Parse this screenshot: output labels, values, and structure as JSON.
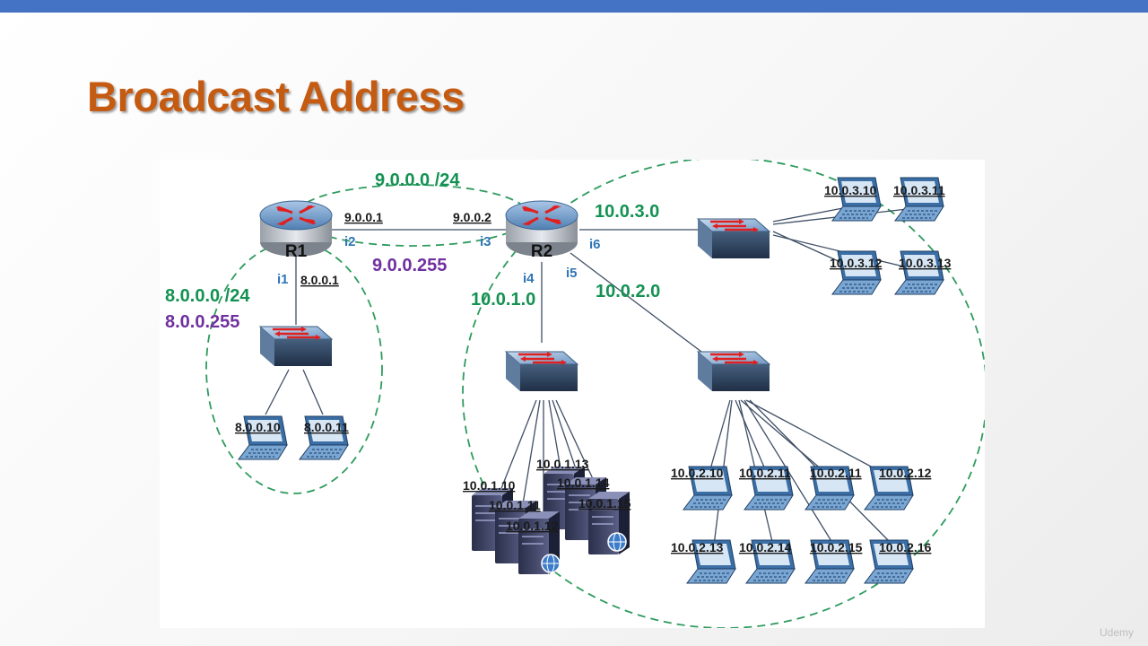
{
  "slide": {
    "title": "Broadcast Address",
    "watermark": "Udemy"
  },
  "routers": {
    "r1": "R1",
    "r2": "R2"
  },
  "interfaces": {
    "i1": "i1",
    "i2": "i2",
    "i3": "i3",
    "i4": "i4",
    "i5": "i5",
    "i6": "i6"
  },
  "networks": {
    "net_9": "9.0.0.0 /24",
    "bc_9": "9.0.0.255",
    "net_8": "8.0.0.0 /24",
    "bc_8": "8.0.0.255",
    "net_10_3": "10.0.3.0",
    "net_10_1": "10.0.1.0",
    "net_10_2": "10.0.2.0"
  },
  "router_ips": {
    "r1_i2": "9.0.0.1",
    "r2_i3": "9.0.0.2",
    "r1_i1": "8.0.0.1"
  },
  "hosts_8": [
    "8.0.0.10",
    "8.0.0.11"
  ],
  "hosts_10_3": [
    "10.0.3.10",
    "10.0.3.11",
    "10.0.3.12",
    "10.0.3.13"
  ],
  "servers_10_1": [
    "10.0.1.10",
    "10.0.1.11",
    "10.0.1.12",
    "10.0.1.13",
    "10.0.1.14",
    "10.0.1.15"
  ],
  "hosts_10_2": [
    "10.0.2.10",
    "10.0.2.11",
    "10.0.2.11",
    "10.0.2.12",
    "10.0.2.13",
    "10.0.2.14",
    "10.0.2.15",
    "10.0.2.16"
  ],
  "colors": {
    "network": "#149253",
    "broadcast": "#7030a0",
    "interface": "#2e75b6",
    "title": "#c55a11",
    "topbar": "#4472c4",
    "arrow": "#e02020"
  }
}
